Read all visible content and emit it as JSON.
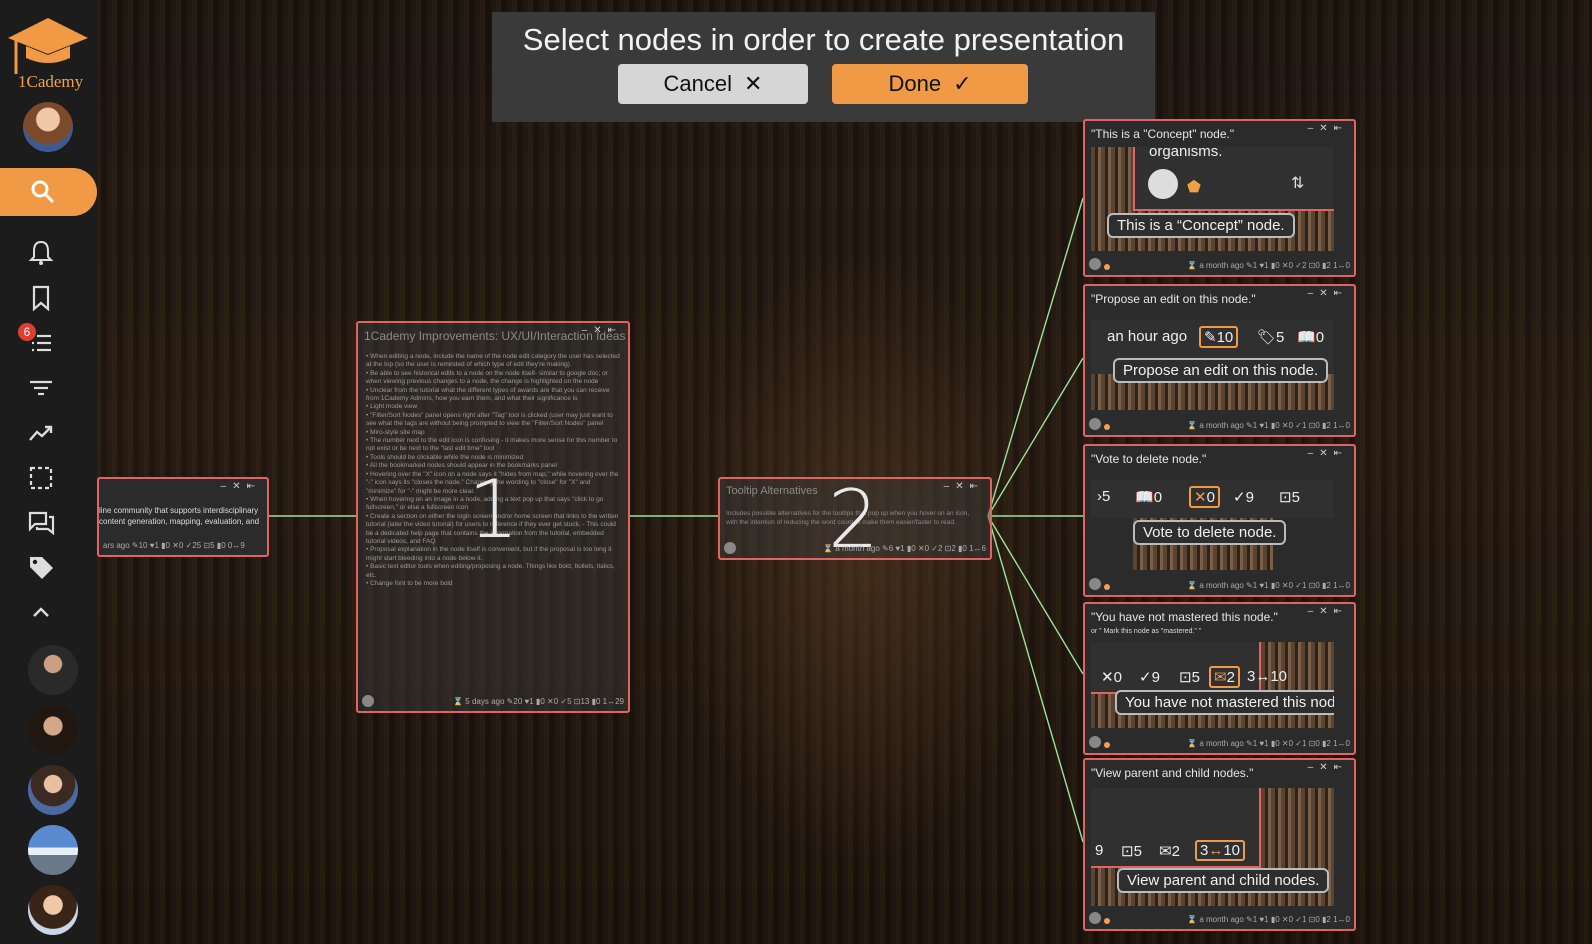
{
  "app": {
    "name": "1Cademy"
  },
  "prompt": {
    "title": "Select nodes in order to create presentation",
    "cancel_label": "Cancel",
    "done_label": "Done"
  },
  "sidebar": {
    "notification_count": "6",
    "accent": "#f09a45"
  },
  "nodes": {
    "left": {
      "text": "line community that supports interdisciplinary content generation, mapping, evaluation, and",
      "footer": "ars ago  ✎10  ♥1  ▮0  ✕0  ✓25  ⊡5  ▮0  0↔9"
    },
    "improvements": {
      "title": "1Cademy Improvements: UX/UI/Interaction Ideas",
      "number": "1",
      "bullets": [
        "When editing a node, include the name of the node edit category the user has selected at the top (so the user is reminded of which type of edit they're making)",
        "Be able to see historical edits to a node on the node itself- similar to google doc; or when viewing previous changes to a node, the change is highlighted on the node",
        "Unclear from the tutorial what the different types of awards are that you can receive from 1Cademy Admins, how you earn them, and what their significance is",
        "Light mode view",
        "\"Filter/Sort Nodes\" panel opens right after \"Tag\" tool is clicked (user may just want to see what the tags are without being prompted to view the \"Filter/Sort Nodes\" panel",
        "Miro-style site map",
        "The number next to the edit icon is confusing - it makes more sense for this number to not exist or be next to the \"last edit time\" tool",
        "Tools should be clickable while the node is minimized",
        "All the bookmarked nodes should appear in the bookmarks panel",
        "Hovering over the \"X\" icon on a node says it \"hides from map,\" while hovering over the \"-\" icon says its \"closes the node.\" Changing the wording to \"close\" for \"X\" and \"minimize\" for \"-\" might be more clear.",
        "When hovering on an image in a node, adding a text pop up that says \"click to go fullscreen,\" or else a fullscreen icon",
        "Create a section on either the login screen and/or home screen that links to the written tutorial (later the video tutorial) for users to reference if they ever get stuck. - This could be a dedicated help page that contains the information from the tutorial, embedded tutorial videos, and FAQ",
        "Proposal explanation in the node itself is convenient, but if the proposal is too long it might start bleeding into a node below it.",
        "Basic text editor tools when editing/proposing a node. Things like bold, bullets, italics, etc.",
        "Change font to be more bold"
      ],
      "footer": "⌛ 5 days ago  ✎20  ♥1  ▮0  ✕0  ✓5  ⊡13  ▮0  1↔29"
    },
    "tooltip_alt": {
      "title": "Tooltip Alternatives",
      "number": "2",
      "text": "Includes possible alternatives for the tooltips that pop up when you hover on an icon, with the intention of reducing the word count to make them easier/faster to read.",
      "footer": "⌛ a month ago  ✎6  ♥1  ▮0  ✕0  ✓2  ⊡2  ▮0  1↔6"
    },
    "concept": {
      "title": "\"This is a \"Concept\" node.\"",
      "snippet": "organisms.",
      "tooltip": "This is a “Concept” node.",
      "footer": "⌛ a month ago  ✎1  ♥1  ▮0  ✕0  ✓2  ⊡0  ▮2  1↔0"
    },
    "propose": {
      "title": "\"Propose an edit on this node.\"",
      "time": "an hour ago",
      "edits": "10",
      "tags": "5",
      "refs": "0",
      "tooltip": "Propose an edit on this node.",
      "footer": "⌛ a month ago  ✎1  ♥1  ▮0  ✕0  ✓1  ⊡0  ▮2  1↔0"
    },
    "vote": {
      "title": "\"Vote to delete node.\"",
      "stats": [
        "5",
        "0",
        "0",
        "9",
        "5"
      ],
      "tooltip": "Vote to delete node.",
      "footer": "⌛ a month ago  ✎1  ♥1  ▮0  ✕0  ✓1  ⊡0  ▮2  1↔0"
    },
    "mastered": {
      "title": "\"You have not mastered this node.\"",
      "subtitle": "or \" Mark this node as \"mastered.\" \"",
      "stats": [
        "0",
        "9",
        "5",
        "2",
        "3",
        "10"
      ],
      "tooltip": "You have not mastered this node.",
      "footer": "⌛ a month ago  ✎1  ♥1  ▮0  ✕0  ✓1  ⊡0  ▮2  1↔0"
    },
    "parent": {
      "title": "\"View parent and child nodes.\"",
      "stats": [
        "9",
        "5",
        "2",
        "3",
        "10"
      ],
      "tooltip": "View parent and child nodes.",
      "footer": "⌛ a month ago  ✎1  ♥1  ▮0  ✕0  ✓1  ⊡0  ▮2  1↔0"
    }
  }
}
